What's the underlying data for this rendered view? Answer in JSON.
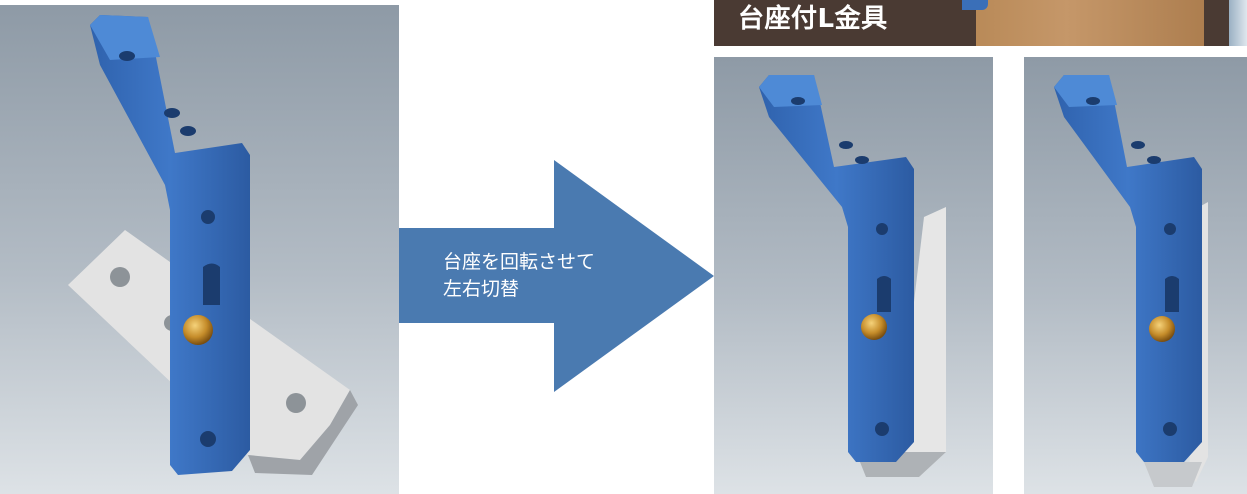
{
  "header": {
    "title": "台座付L金具"
  },
  "arrow": {
    "line1": "台座を回転させて",
    "line2": "左右切替",
    "color": "#4a7ab0"
  },
  "images": [
    {
      "name": "bracket-with-rotated-base",
      "bracket_color": "#3f78c8",
      "base_color": "#d9d9d9"
    },
    {
      "name": "bracket-base-switched-right",
      "bracket_color": "#3f78c8"
    },
    {
      "name": "bracket-base-switched-left",
      "bracket_color": "#3f78c8"
    }
  ]
}
